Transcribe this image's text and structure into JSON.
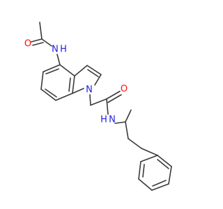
{
  "colors": {
    "bond": "#3a3a3a",
    "oxygen": "#ff0d0d",
    "nitrogen": "#1f1fe0"
  },
  "atom_labels": {
    "acetyl_oxygen": "O",
    "acetamide_nitrogen": "N",
    "acetamide_hydrogen": "H",
    "indole_nitrogen": "N",
    "amide_oxygen": "O",
    "amide_nitrogen": "N",
    "amide_hydrogen": "H"
  }
}
